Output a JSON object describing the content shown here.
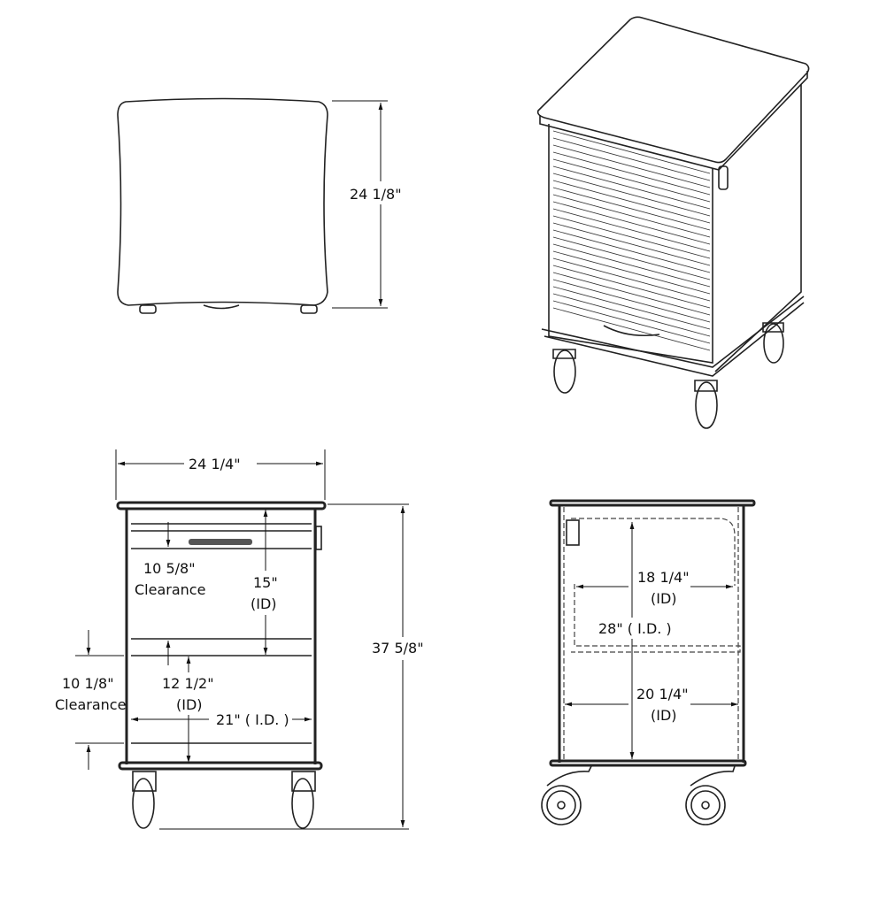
{
  "top_view": {
    "depth": "24 1/8\""
  },
  "front_view": {
    "width": "24 1/4\"",
    "height": "37 5/8\"",
    "upper_clearance": "10 5/8\"",
    "upper_clearance_label": "Clearance",
    "upper_id": "15\"",
    "upper_id_label": "(ID)",
    "lower_clearance": "10 1/8\"",
    "lower_clearance_label": "Clearance",
    "lower_id": "12 1/2\"",
    "lower_id_label": "(ID)",
    "inner_width": "21\" ( I.D. )"
  },
  "side_view": {
    "upper_width": "18 1/4\"",
    "upper_width_label": "(ID)",
    "inner_height": "28\" ( I.D. )",
    "lower_width": "20 1/4\"",
    "lower_width_label": "(ID)"
  }
}
